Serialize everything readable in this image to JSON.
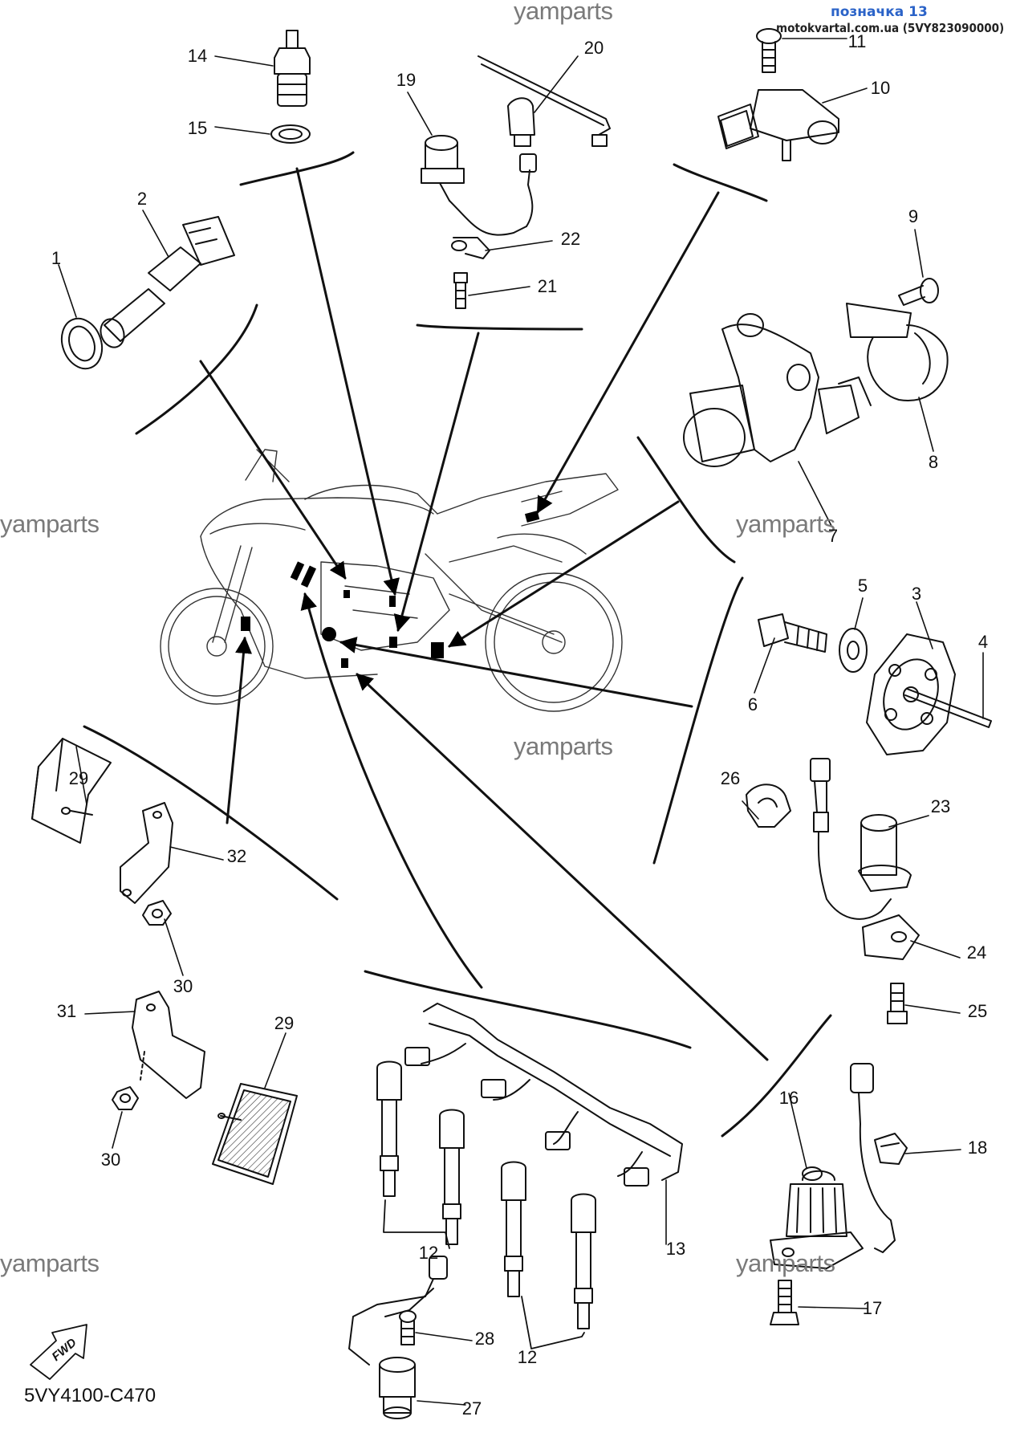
{
  "header": {
    "title": "позначка 13",
    "source": "motokvartal.com.ua (5VY823090000)"
  },
  "diagram_code": "5VY4100-C470",
  "fwd_label": "FWD",
  "watermark": "yamparts",
  "watermarks": [
    {
      "id": "wm-top"
    },
    {
      "id": "wm-left-mid"
    },
    {
      "id": "wm-right-mid"
    },
    {
      "id": "wm-center"
    },
    {
      "id": "wm-left-bottom"
    },
    {
      "id": "wm-right-bottom"
    }
  ],
  "callouts": [
    {
      "id": "1",
      "label": "1"
    },
    {
      "id": "2",
      "label": "2"
    },
    {
      "id": "3",
      "label": "3"
    },
    {
      "id": "4",
      "label": "4"
    },
    {
      "id": "5",
      "label": "5"
    },
    {
      "id": "6",
      "label": "6"
    },
    {
      "id": "7",
      "label": "7"
    },
    {
      "id": "8",
      "label": "8"
    },
    {
      "id": "9",
      "label": "9"
    },
    {
      "id": "10",
      "label": "10"
    },
    {
      "id": "11",
      "label": "11"
    },
    {
      "id": "12a",
      "label": "12"
    },
    {
      "id": "12b",
      "label": "12"
    },
    {
      "id": "13",
      "label": "13"
    },
    {
      "id": "14",
      "label": "14"
    },
    {
      "id": "15",
      "label": "15"
    },
    {
      "id": "16",
      "label": "16"
    },
    {
      "id": "17",
      "label": "17"
    },
    {
      "id": "18",
      "label": "18"
    },
    {
      "id": "19",
      "label": "19"
    },
    {
      "id": "20",
      "label": "20"
    },
    {
      "id": "21",
      "label": "21"
    },
    {
      "id": "22",
      "label": "22"
    },
    {
      "id": "23",
      "label": "23"
    },
    {
      "id": "24",
      "label": "24"
    },
    {
      "id": "25",
      "label": "25"
    },
    {
      "id": "26",
      "label": "26"
    },
    {
      "id": "27",
      "label": "27"
    },
    {
      "id": "28",
      "label": "28"
    },
    {
      "id": "29a",
      "label": "29"
    },
    {
      "id": "29b",
      "label": "29"
    },
    {
      "id": "30a",
      "label": "30"
    },
    {
      "id": "30b",
      "label": "30"
    },
    {
      "id": "31",
      "label": "31"
    },
    {
      "id": "32",
      "label": "32"
    }
  ]
}
